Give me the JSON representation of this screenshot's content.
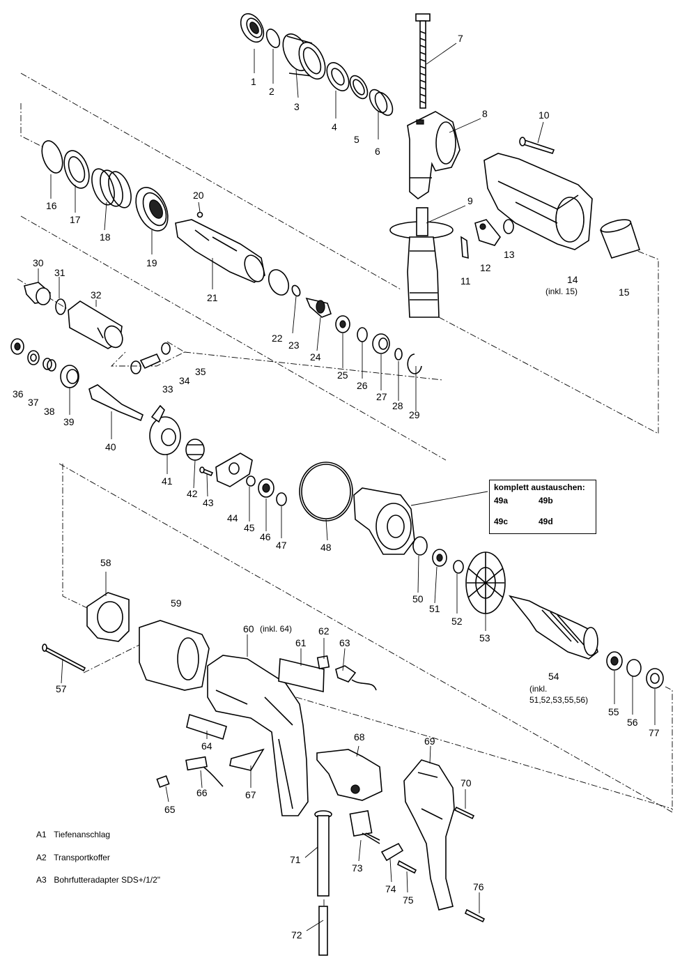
{
  "numbers": [
    "1",
    "2",
    "3",
    "4",
    "5",
    "6",
    "7",
    "8",
    "9",
    "10",
    "11",
    "12",
    "13",
    "14",
    "15",
    "16",
    "17",
    "18",
    "19",
    "20",
    "21",
    "22",
    "23",
    "24",
    "25",
    "26",
    "27",
    "28",
    "29",
    "30",
    "31",
    "32",
    "33",
    "34",
    "35",
    "36",
    "37",
    "38",
    "39",
    "40",
    "41",
    "42",
    "43",
    "44",
    "45",
    "46",
    "47",
    "48",
    "50",
    "51",
    "52",
    "53",
    "54",
    "55",
    "56",
    "57",
    "58",
    "59",
    "60",
    "61",
    "62",
    "63",
    "64",
    "65",
    "66",
    "67",
    "68",
    "69",
    "70",
    "71",
    "72",
    "73",
    "74",
    "75",
    "76",
    "77"
  ],
  "notes": {
    "inkl_15": "(inkl. 15)",
    "inkl_64": "(inkl. 64)",
    "inkl_54_line1": "(inkl.",
    "inkl_54_line2": "51,52,53,55,56)"
  },
  "replace_box": {
    "title": "komplett austauschen:",
    "codes": [
      "49a",
      "49b",
      "49c",
      "49d"
    ]
  },
  "legend": [
    {
      "code": "A1",
      "text": "Tiefenanschlag"
    },
    {
      "code": "A2",
      "text": "Transportkoffer"
    },
    {
      "code": "A3",
      "text": "Bohrfutteradapter SDS+/1/2\""
    }
  ]
}
